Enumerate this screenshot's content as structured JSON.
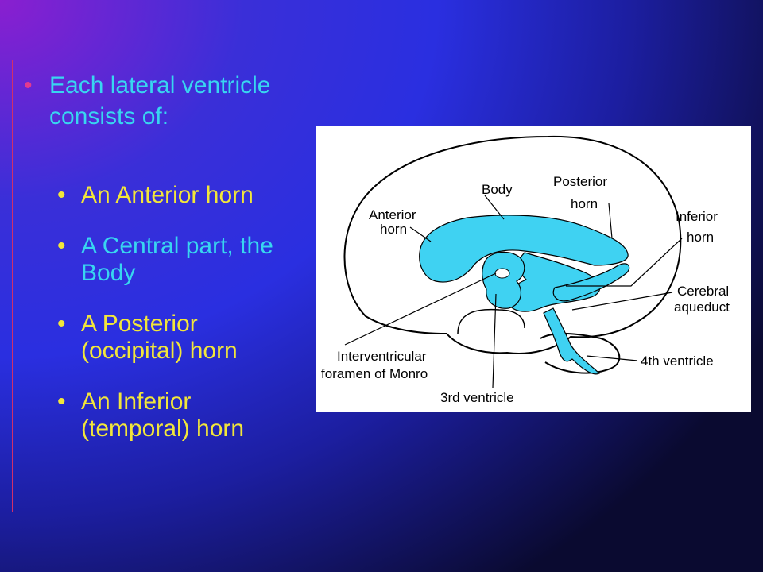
{
  "slide": {
    "main_bullet": "Each lateral ventricle consists of:",
    "sub_items": [
      {
        "prefix": "An ",
        "highlight": "Anterior horn",
        "suffix": ""
      },
      {
        "prefix": "A Central part, ",
        "highlight": "the Body",
        "suffix": ""
      },
      {
        "prefix": "A ",
        "highlight": "Posterior (occipital) horn",
        "suffix": ""
      },
      {
        "prefix": "An ",
        "highlight": "Inferior (temporal) horn",
        "suffix": ""
      }
    ]
  },
  "diagram": {
    "labels": {
      "body": "Body",
      "posterior_1": "Posterior",
      "posterior_2": "horn",
      "anterior_1": "Anterior",
      "anterior_2": "horn",
      "inferior_1": "Inferior",
      "inferior_2": "horn",
      "cerebral_1": "Cerebral",
      "cerebral_2": "aqueduct",
      "intervent_1": "Interventricular",
      "intervent_2": "foramen of Monro",
      "fourth": "4th ventricle",
      "third": "3rd ventricle"
    },
    "colors": {
      "ventricle": "#3fd2f2",
      "outline": "#000000"
    }
  }
}
